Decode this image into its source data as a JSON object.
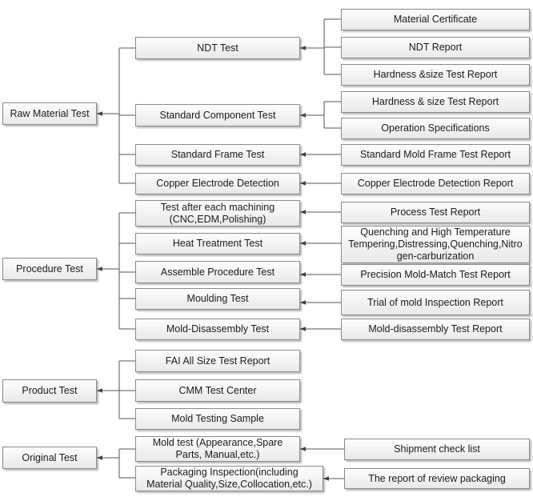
{
  "groups": {
    "raw": {
      "label": "Raw  Material Test",
      "items": [
        {
          "label": "NDT Test",
          "docs": [
            "Material Certificate",
            "NDT Report",
            "Hardness &size Test Report"
          ]
        },
        {
          "label": "Standard Component Test",
          "docs": [
            "Hardness & size Test Report",
            "Operation Specifications"
          ]
        },
        {
          "label": "Standard Frame Test",
          "docs": [
            "Standard Mold Frame Test Report"
          ]
        },
        {
          "label": "Copper Electrode Detection",
          "docs": [
            "Copper Electrode Detection Report"
          ]
        }
      ]
    },
    "procedure": {
      "label": "Procedure Test",
      "items": [
        {
          "label": "Test after each machining\n(CNC,EDM,Polishing)",
          "docs": [
            "Process Test Report"
          ]
        },
        {
          "label": "Heat Treatment Test",
          "docs": [
            "Quenching and High Temperature\nTempering,Distressing,Quenching,Nitro\ngen-carburization"
          ]
        },
        {
          "label": "Assemble Procedure Test",
          "docs": [
            "Precision Mold-Match Test Report"
          ]
        },
        {
          "label": "Moulding Test",
          "docs": [
            "Trial of mold Inspection Report"
          ]
        },
        {
          "label": "Mold-Disassembly Test",
          "docs": [
            "Mold-disassembly Test Report"
          ]
        }
      ]
    },
    "product": {
      "label": "Product Test",
      "items": [
        {
          "label": "FAI  All Size Test Report",
          "docs": []
        },
        {
          "label": "CMM Test Center",
          "docs": []
        },
        {
          "label": "Mold Testing Sample",
          "docs": []
        }
      ]
    },
    "original": {
      "label": "Original Test",
      "items": [
        {
          "label": "Mold test (Appearance,Spare\nParts, Manual,etc.)",
          "docs": [
            "Shipment check list"
          ]
        },
        {
          "label": "Packaging Inspection(including\nMaterial Quality,Size,Collocation,etc.)",
          "docs": [
            "The report of review packaging"
          ]
        }
      ]
    }
  }
}
